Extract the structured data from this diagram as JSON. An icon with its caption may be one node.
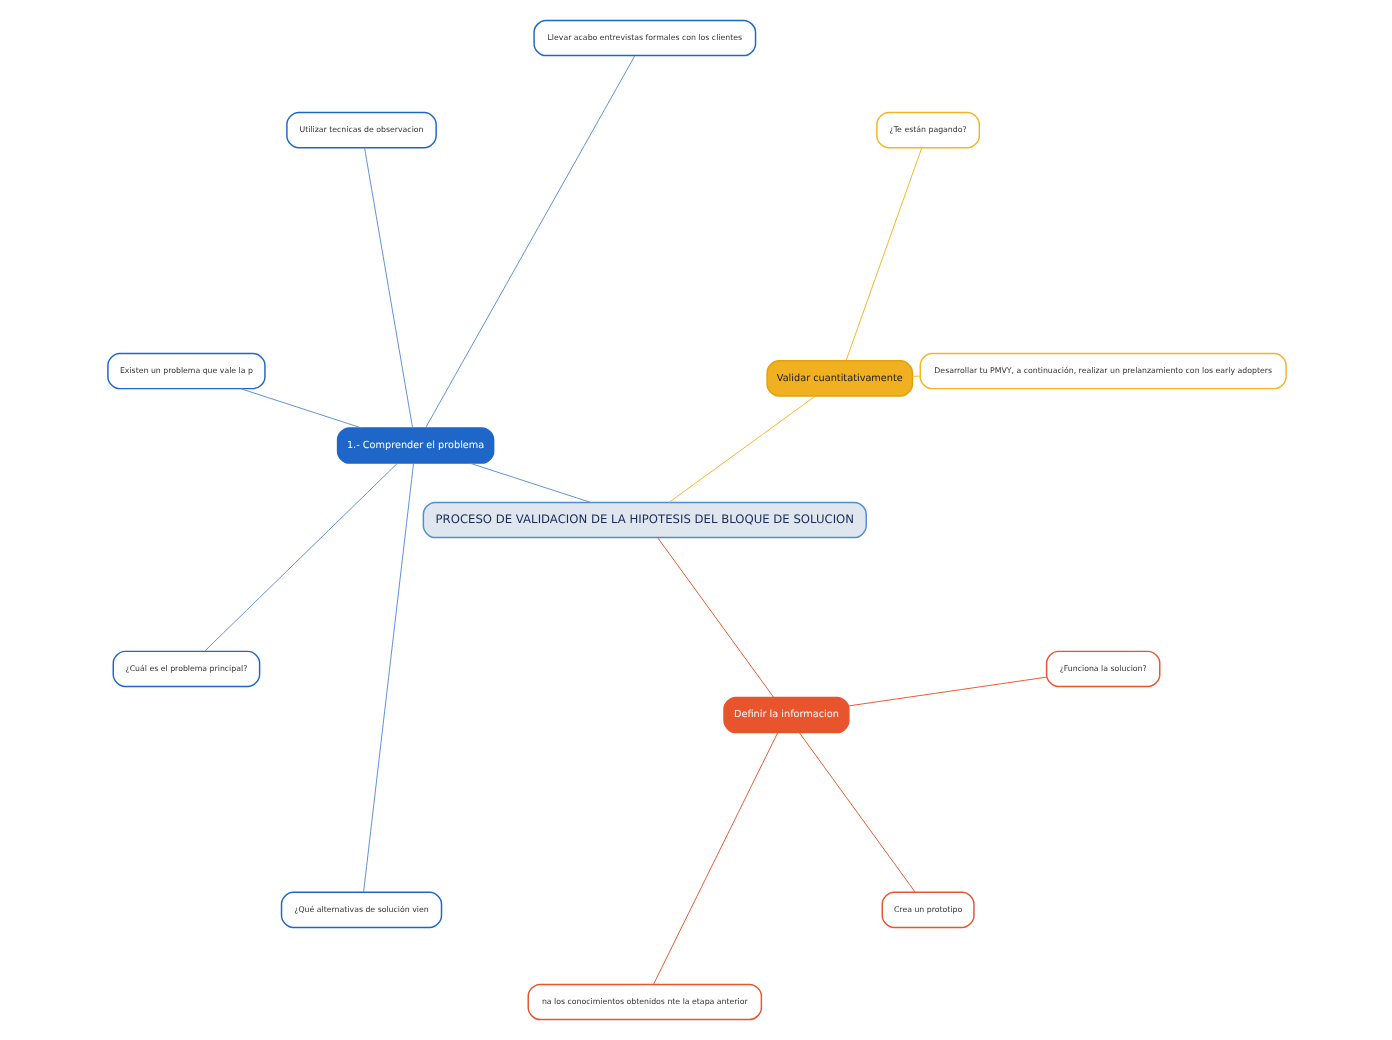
{
  "diagram": {
    "nodes": [
      {
        "text": [
          "PROCESO DE VALIDACION DE LA HIPOTESIS DEL BLOQUE DE SOLUCION"
        ]
      },
      {
        "text": [
          "Validar cuantitativamente"
        ]
      },
      {
        "text": [
          "Desarrollar tu PMVY, a continuación, realizar un prelanzamiento con los early adopters"
        ]
      },
      {
        "text": [
          "¿Te están pagando?"
        ]
      },
      {
        "text": [
          "1.- Comprender el problema"
        ]
      },
      {
        "text": [
          "Llevar acabo entrevistas formales con los clientes"
        ]
      },
      {
        "text": [
          "Utilizar tecnicas de observacion"
        ]
      },
      {
        "text": [
          "Existen un problema que vale la p"
        ]
      },
      {
        "text": [
          "¿Cuál es el problema principal?"
        ]
      },
      {
        "text": [
          "¿Qué alternativas de solución vien"
        ]
      },
      {
        "text": [
          "Definir la informacion"
        ]
      },
      {
        "text": [
          "na los conocimientos obtenidos nte la etapa anterior"
        ]
      },
      {
        "text": [
          "Crea un prototipo"
        ]
      },
      {
        "text": [
          "¿Funciona la solucion?"
        ]
      }
    ],
    "edges": [
      {
        "from": 0,
        "to": 1,
        "arrow": "none",
        "color": "#f5b423"
      },
      {
        "from": 1,
        "to": 2,
        "arrow": "none",
        "color": "#f5b423"
      },
      {
        "from": 1,
        "to": 3,
        "arrow": "none",
        "color": "#f5b423"
      },
      {
        "from": 0,
        "to": 4,
        "arrow": "none"
      },
      {
        "from": 4,
        "to": 5,
        "arrow": "none"
      },
      {
        "from": 4,
        "to": 6,
        "arrow": "none"
      },
      {
        "from": 4,
        "to": 7,
        "arrow": "none"
      },
      {
        "from": 4,
        "to": 8,
        "arrow": "none"
      },
      {
        "from": 4,
        "to": 9,
        "arrow": "none"
      },
      {
        "from": 0,
        "to": 10,
        "arrow": "none",
        "color": "#e8552d"
      },
      {
        "from": 10,
        "to": 11,
        "arrow": "none",
        "color": "#e8552d"
      },
      {
        "from": 10,
        "to": 12,
        "arrow": "none",
        "color": "#e8552d"
      },
      {
        "from": 10,
        "to": 13,
        "arrow": "none",
        "color": "#e8552d"
      }
    ]
  }
}
